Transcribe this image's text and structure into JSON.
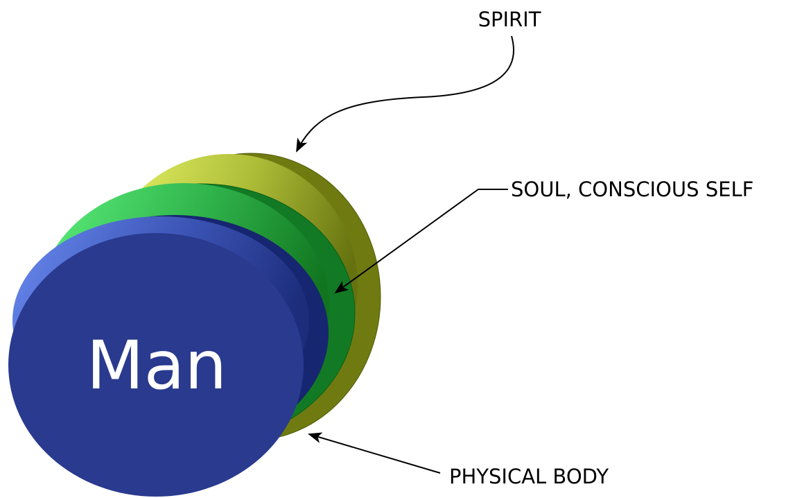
{
  "diagram": {
    "center_label": "Man",
    "labels": {
      "spirit": "SPIRIT",
      "soul": "SOUL, CONSCIOUS SELF",
      "body": "PHYSICAL BODY"
    },
    "colors": {
      "body_face": "#293a8f",
      "body_side": "#172670",
      "body_top": "#5f80e6",
      "soul_face": "#127a24",
      "soul_top": "#5cf07e",
      "spirit_face": "#6f7b10",
      "spirit_top": "#e8f56b"
    }
  }
}
